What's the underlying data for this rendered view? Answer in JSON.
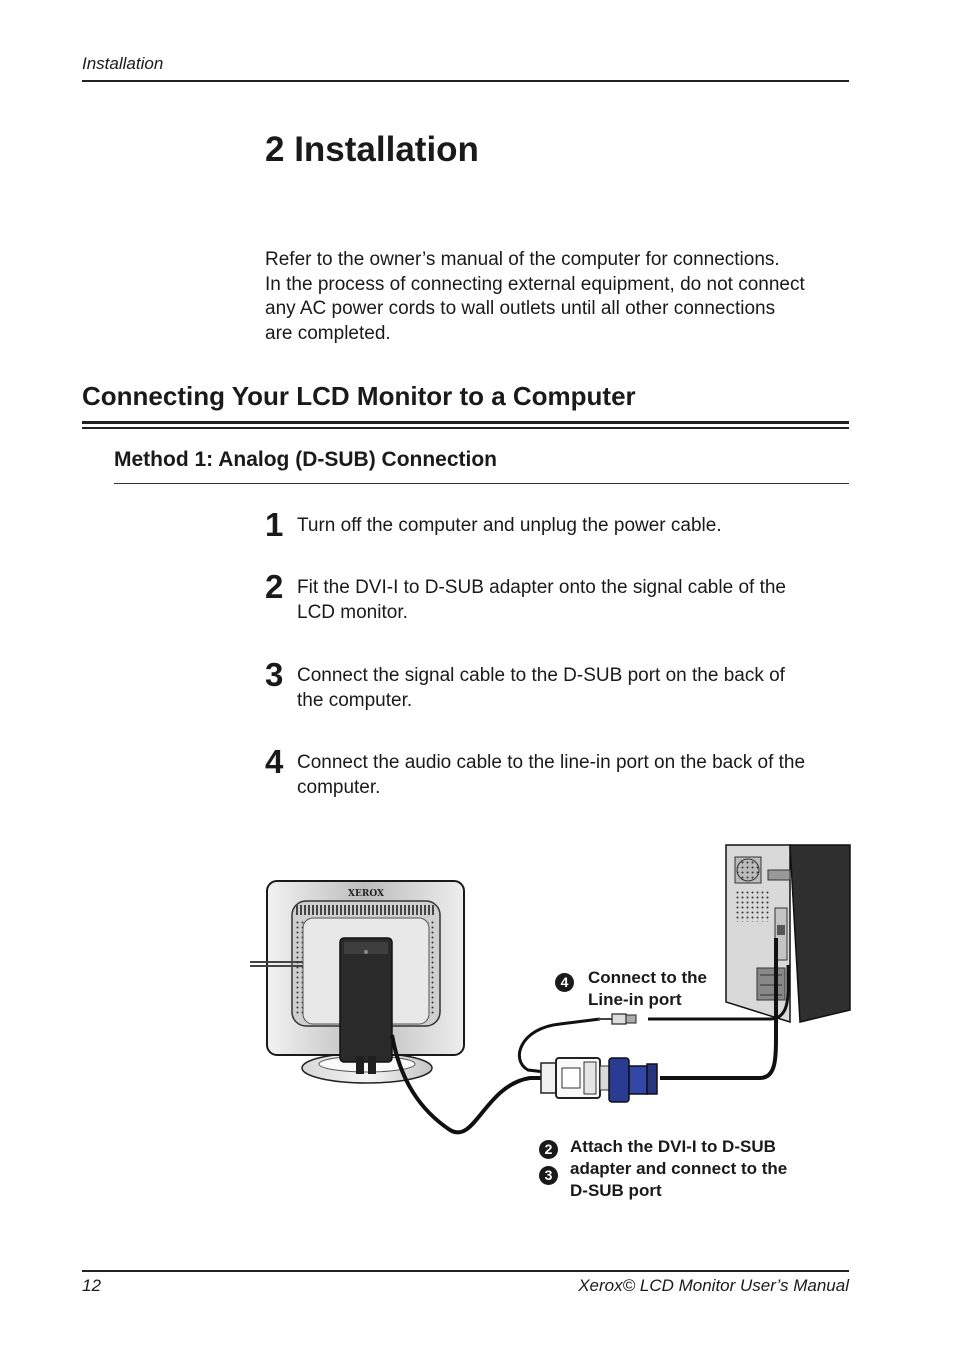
{
  "header": {
    "running_title": "Installation"
  },
  "chapter": {
    "title": "2  Installation"
  },
  "intro": {
    "lines": [
      "Refer to the owner’s manual of the computer for connections.",
      "In the process of connecting external equipment, do not connect",
      "any AC power cords to wall outlets until all other connections",
      "are completed."
    ]
  },
  "section": {
    "title": "Connecting Your LCD Monitor to a Computer"
  },
  "subsection": {
    "title": "Method 1: Analog (D-SUB) Connection"
  },
  "steps": [
    {
      "number": "1",
      "lines": [
        "Turn off the computer and unplug the power cable."
      ]
    },
    {
      "number": "2",
      "lines": [
        "Fit the DVI-I to D-SUB adapter onto the signal cable of the",
        "LCD monitor."
      ]
    },
    {
      "number": "3",
      "lines": [
        "Connect the signal cable to the D-SUB port on the back of",
        "the computer."
      ]
    },
    {
      "number": "4",
      "lines": [
        "Connect the audio cable to the line-in port on the back of the",
        "computer."
      ]
    }
  ],
  "diagram": {
    "monitor_brand": "XEROX",
    "callout_line_in": {
      "badge": "4",
      "lines": [
        "Connect to the",
        "Line-in port"
      ]
    },
    "callout_dsub": {
      "badges": [
        "2",
        "3"
      ],
      "lines": [
        "Attach the DVI-I to D-SUB",
        "adapter and connect to the",
        "D-SUB port"
      ]
    }
  },
  "footer": {
    "page_number": "12",
    "manual_title": "Xerox© LCD Monitor User’s Manual"
  }
}
